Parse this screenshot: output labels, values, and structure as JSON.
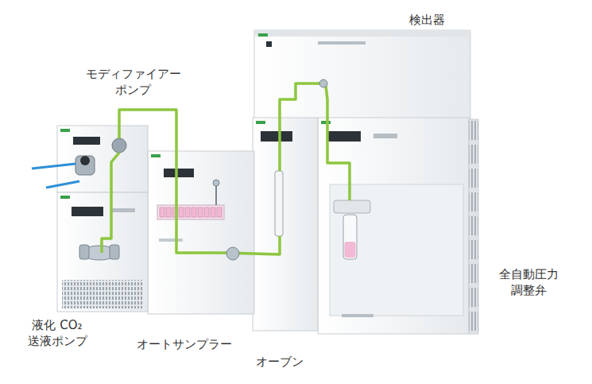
{
  "diagram": {
    "labels": [
      "検出器",
      "モディファイアー ポンプ",
      "全自動圧力 調整弁",
      "液化 CO₂ 送液ポンプ",
      "オートサンプラー",
      "オーブン"
    ]
  }
}
